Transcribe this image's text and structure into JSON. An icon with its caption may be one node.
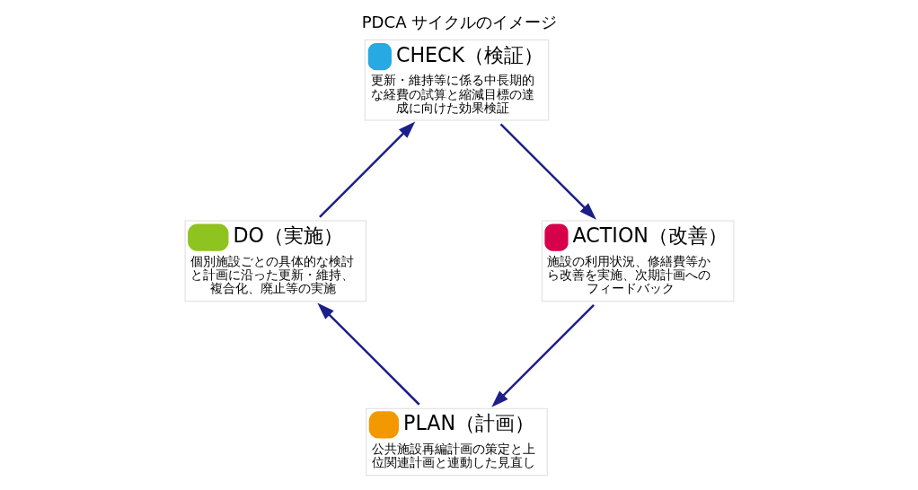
{
  "diagram": {
    "title": "PDCA サイクルのイメージ",
    "nodes": [
      {
        "text": [
          "PLAN（計画）",
          "公共施設再編計画の策定と上位関連計画と連動した見直し"
        ]
      },
      {
        "text": [
          "DO（実施）",
          "個別施設ごとの具体的な検討と計画に沿った更新・維持、複合化、廃止等の実施"
        ]
      },
      {
        "text": [
          "CHECK（検証）",
          "更新・維持等に係る中長期的な経費の試算と縮減目標の達成に向けた効果検証"
        ]
      },
      {
        "text": [
          "ACTION（改善）",
          "施設の利用状況、修繕費等から改善を実施、次期計画へのフィードバック"
        ]
      }
    ],
    "edges": [
      {
        "from": 0,
        "to": 1,
        "arrow": "to"
      },
      {
        "from": 1,
        "to": 2,
        "arrow": "to"
      },
      {
        "from": 2,
        "to": 3,
        "arrow": "to"
      },
      {
        "from": 3,
        "to": 0,
        "arrow": "to"
      }
    ]
  }
}
